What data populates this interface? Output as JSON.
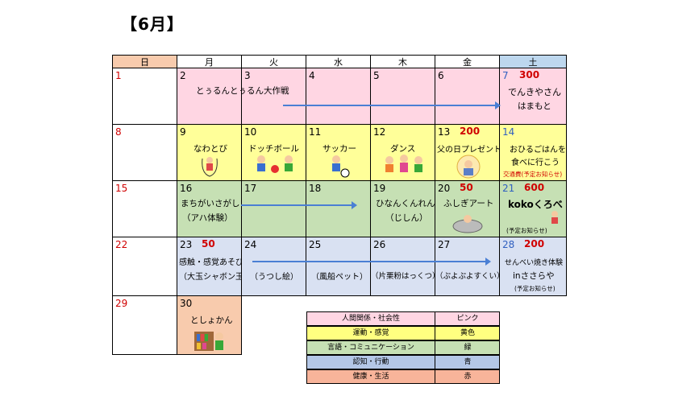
{
  "title": "【6月】",
  "weekdays": [
    "日",
    "月",
    "火",
    "水",
    "木",
    "金",
    "土"
  ],
  "days": {
    "d1": "1",
    "d2": "2",
    "d3": "3",
    "d4": "4",
    "d5": "5",
    "d6": "6",
    "d7": "7",
    "d8": "8",
    "d9": "9",
    "d10": "10",
    "d11": "11",
    "d12": "12",
    "d13": "13",
    "d14": "14",
    "d15": "15",
    "d16": "16",
    "d17": "17",
    "d18": "18",
    "d19": "19",
    "d20": "20",
    "d21": "21",
    "d22": "22",
    "d23": "23",
    "d24": "24",
    "d25": "25",
    "d26": "26",
    "d27": "27",
    "d28": "28",
    "d29": "29",
    "d30": "30"
  },
  "points": {
    "d7": "300",
    "d13": "200",
    "d20": "50",
    "d21": "600",
    "d23": "50",
    "d28": "200"
  },
  "events": {
    "w1_multi": "とぅるんとぅるん大作戦",
    "d7a": "でんきやさん",
    "d7b": "はまもと",
    "d9": "なわとび",
    "d10": "ドッチボール",
    "d11": "サッカー",
    "d12": "ダンス",
    "d13": "父の日プレゼント",
    "d14a": "おひるごはんを",
    "d14b": "食べに行こう",
    "d14c": "交通費(予定お知らせ)",
    "d16a": "まちがいさがし",
    "d16b": "（アハ体験）",
    "d19a": "ひなんくんれん",
    "d19b": "（じしん）",
    "d20": "ふしぎアート",
    "d21a": "kokoくろべ",
    "d21b": "(予定お知らせ)",
    "d23a": "感触・感覚あそび",
    "d23b": "（大玉シャボン玉）",
    "d24": "（うつし絵）",
    "d25": "（風船ペット）",
    "d26": "（片栗粉はっくつ）",
    "d27": "（ぷよぷよすくい）",
    "d28a": "せんべい焼き体験",
    "d28b": "inささらや",
    "d28c": "(予定お知らせ)",
    "d30": "としょかん"
  },
  "legend": [
    {
      "category": "人間関係・社会性",
      "color_name": "ピンク",
      "color": "#ffd6e3"
    },
    {
      "category": "運動・感覚",
      "color_name": "黄色",
      "color": "#ffff80"
    },
    {
      "category": "言語・コミュニケーション",
      "color_name": "緑",
      "color": "#c6e0b4"
    },
    {
      "category": "認知・行動",
      "color_name": "青",
      "color": "#b4c7e7"
    },
    {
      "category": "健康・生活",
      "color_name": "赤",
      "color": "#f8b49a"
    }
  ],
  "colors": {
    "pink": "#ffd6e3",
    "yellow": "#ffff99",
    "green": "#c6e0b4",
    "blue": "#d9e1f2",
    "orange": "#f8cbad",
    "sat": "#bdd7ee",
    "sun_hdr": "#f8cbad",
    "arrow": "#4a7fd4"
  }
}
